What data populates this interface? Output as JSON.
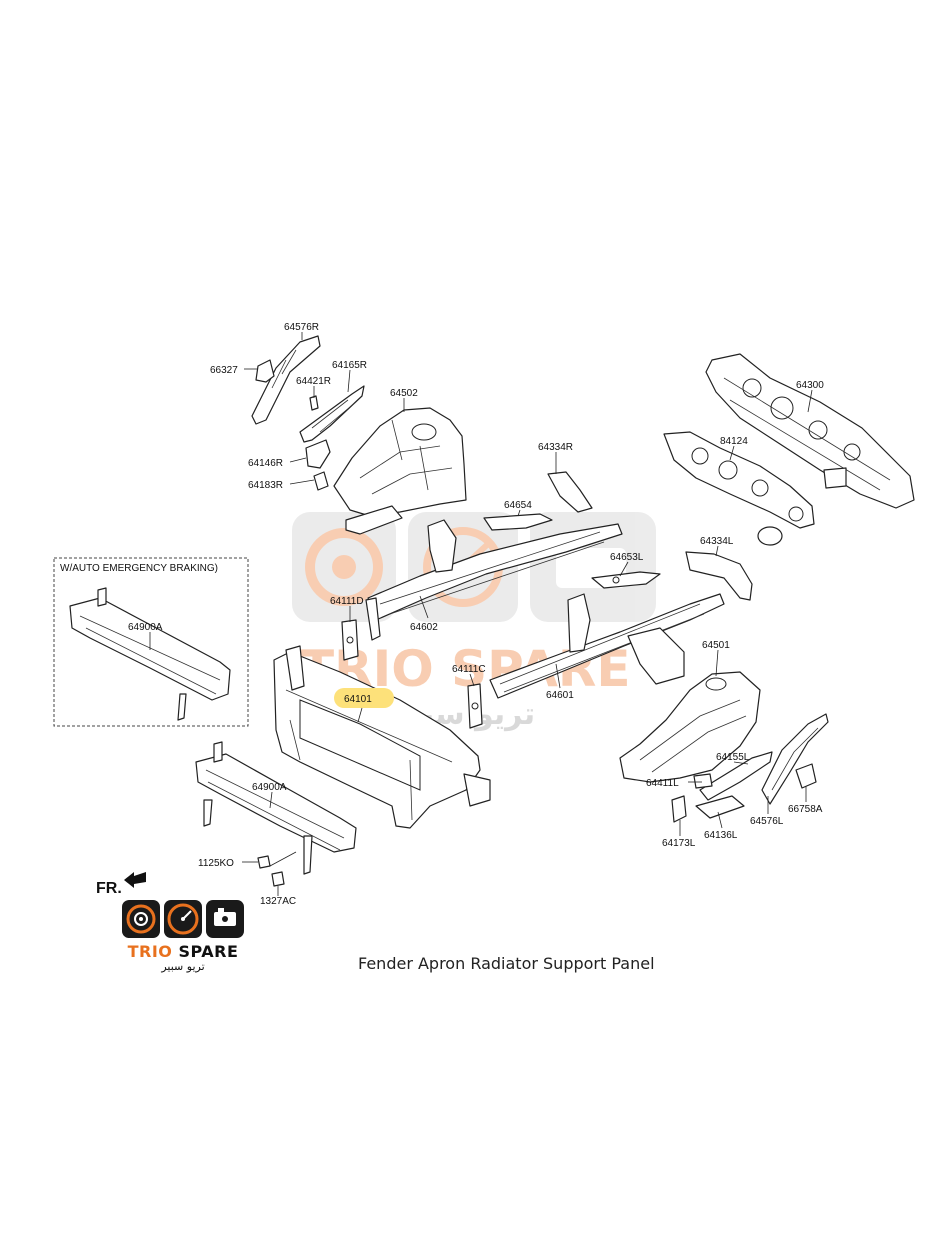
{
  "caption": "Fender Apron Radiator Support Panel",
  "front_indicator": "FR.",
  "inset_title": "W/AUTO EMERGENCY BRAKING)",
  "watermark": {
    "brand": "TRIO SPARE",
    "arabic": "تريو سبير",
    "color": "#f4a574",
    "gray": "#d9d9d9"
  },
  "logo": {
    "brand_left": "TRIO",
    "brand_right": "SPARE",
    "arabic": "تريو سبير",
    "accent": "#e8711e"
  },
  "highlight": {
    "part": "64101",
    "color": "#fde17a"
  },
  "parts": {
    "p64576R": "64576R",
    "p66327": "66327",
    "p64165R": "64165R",
    "p64421R": "64421R",
    "p64502": "64502",
    "p64146R": "64146R",
    "p64183R": "64183R",
    "p64334R": "64334R",
    "p64300": "64300",
    "p84124": "84124",
    "p64654": "64654",
    "p64653L": "64653L",
    "p64334L": "64334L",
    "p64111D": "64111D",
    "p64602": "64602",
    "p64900A_inset": "64900A",
    "p64101": "64101",
    "p64111C": "64111C",
    "p64601": "64601",
    "p64501": "64501",
    "p64155L": "64155L",
    "p64411L": "64411L",
    "p66758A": "66758A",
    "p64576L": "64576L",
    "p64136L": "64136L",
    "p64173L": "64173L",
    "p64900A": "64900A",
    "p1125KO": "1125KO",
    "p1327AC": "1327AC"
  }
}
